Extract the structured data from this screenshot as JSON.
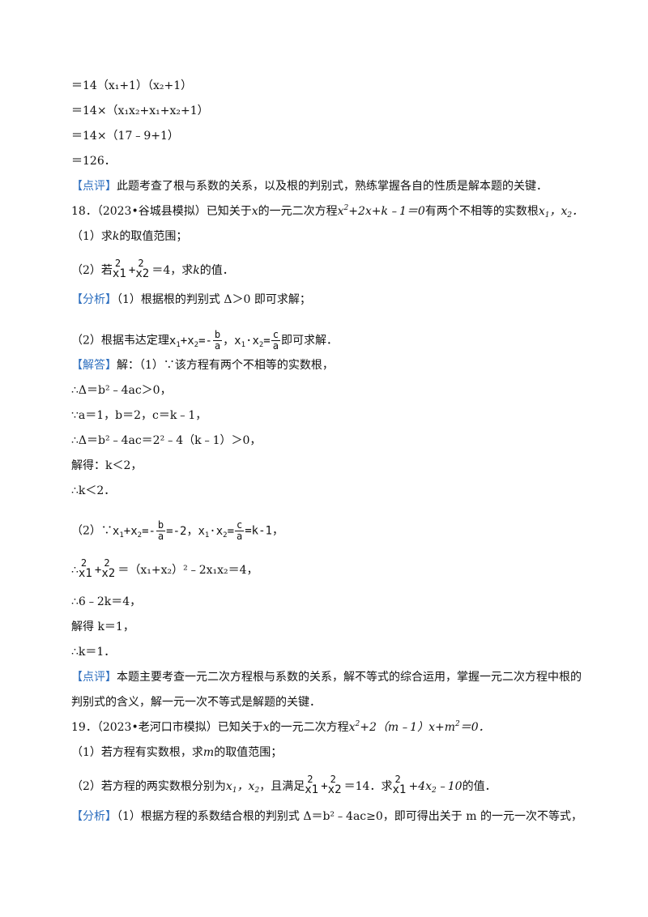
{
  "lines": {
    "l1": "＝14（x₁+1）（x₂+1）",
    "l2": "＝14×（x₁x₂+x₁+x₂+1）",
    "l3": "＝14×（17﹣9+1）",
    "l4": "＝126．",
    "c1_tag": "【点评】",
    "c1_text": "此题考查了根与系数的关系，以及根的判别式，熟练掌握各自的性质是解本题的关键．",
    "q18_num": "18．",
    "q18_src": "（2023•谷城县模拟）",
    "q18_a": "已知关于",
    "q18_b": "的一元二次方程",
    "q18_c": "有两个不相等的实数根",
    "q18_1a": "（1）求",
    "q18_1b": "的取值范围；",
    "q18_2a": "（2）若",
    "q18_2b": "＝4，求",
    "q18_2c": "的值．",
    "a18_tag": "【分析】",
    "a18_text": "（1）根据根的判别式 Δ＞0 即可求解；",
    "a18_2a": "（2）根据韦达定理",
    "a18_2b": "即可求解．",
    "s18_tag": "【解答】",
    "s18_text": "解：（1）∵该方程有两个不相等的实数根，",
    "s18_l1": "∴Δ＝b²﹣4ac＞0，",
    "s18_l2": "∵a＝1，b＝2，c＝k﹣1，",
    "s18_l3": "∴Δ＝b²﹣4ac＝2²﹣4（k﹣1）＞0，",
    "s18_l4": "解得：k＜2，",
    "s18_l5": "∴k＜2．",
    "s18_l6a": "（2）∵",
    "s18_l7a": "∴",
    "s18_l7b": "＝（x₁+x₂）²﹣2x₁x₂＝4，",
    "s18_l8": "∴6﹣2k＝4，",
    "s18_l9": "解得 k＝1，",
    "s18_l10": "∴k＝1．",
    "c2_tag": "【点评】",
    "c2_text1": "本题主要考查一元二次方程根与系数的关系，解不等式的综合运用，掌握一元二次方程中根的",
    "c2_text2": "判别式的含义，解一元一次不等式是解题的关键．",
    "q19_num": "19．",
    "q19_src": "（2023•老河口市模拟）",
    "q19_a": "已知关于",
    "q19_b": "的一元二次方程",
    "q19_1": "（1）若方程有实数根，求",
    "q19_1b": "的取值范围；",
    "q19_2a": "（2）若方程的两实数根分别为",
    "q19_2b": "，且满足",
    "q19_2c": "＝14．求",
    "q19_2d": "的值．",
    "a19_tag": "【分析】",
    "a19_text": "（1）根据方程的系数结合根的判别式 Δ＝b²﹣4ac≥0，即可得出关于 m 的一元一次不等式，"
  }
}
